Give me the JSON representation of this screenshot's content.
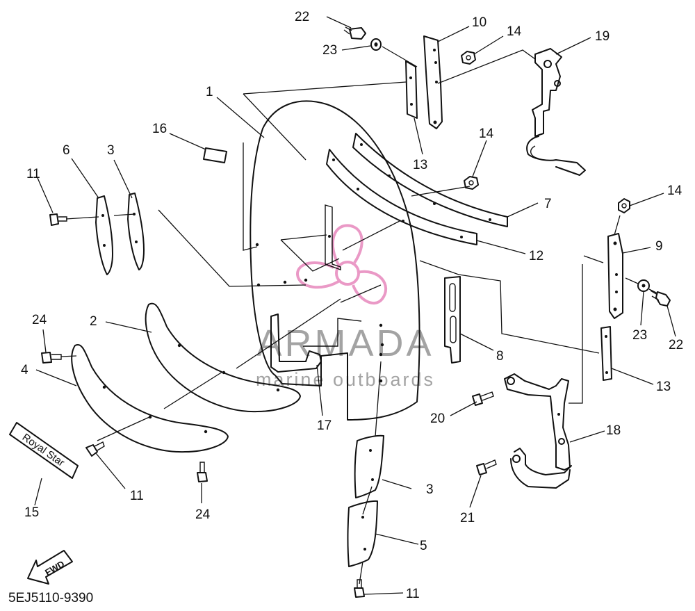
{
  "diagram": {
    "code": "5EJ5110-9390",
    "decal_text": "Royal Star",
    "fwd_label": "FWD",
    "watermark": {
      "brand": "ARMADA",
      "tagline": "marine outboards",
      "brand_color": "#e88fc0",
      "text_color": "#9a9a9a"
    },
    "callouts": [
      {
        "id": "c1",
        "label": "1"
      },
      {
        "id": "c2",
        "label": "2"
      },
      {
        "id": "c3a",
        "label": "3"
      },
      {
        "id": "c3b",
        "label": "3"
      },
      {
        "id": "c4",
        "label": "4"
      },
      {
        "id": "c5",
        "label": "5"
      },
      {
        "id": "c6",
        "label": "6"
      },
      {
        "id": "c7",
        "label": "7"
      },
      {
        "id": "c8",
        "label": "8"
      },
      {
        "id": "c9",
        "label": "9"
      },
      {
        "id": "c10",
        "label": "10"
      },
      {
        "id": "c11a",
        "label": "11"
      },
      {
        "id": "c11b",
        "label": "11"
      },
      {
        "id": "c11c",
        "label": "11"
      },
      {
        "id": "c12",
        "label": "12"
      },
      {
        "id": "c13a",
        "label": "13"
      },
      {
        "id": "c13b",
        "label": "13"
      },
      {
        "id": "c14a",
        "label": "14"
      },
      {
        "id": "c14b",
        "label": "14"
      },
      {
        "id": "c14c",
        "label": "14"
      },
      {
        "id": "c15",
        "label": "15"
      },
      {
        "id": "c16",
        "label": "16"
      },
      {
        "id": "c17",
        "label": "17"
      },
      {
        "id": "c18",
        "label": "18"
      },
      {
        "id": "c19",
        "label": "19"
      },
      {
        "id": "c20",
        "label": "20"
      },
      {
        "id": "c21",
        "label": "21"
      },
      {
        "id": "c22a",
        "label": "22"
      },
      {
        "id": "c22b",
        "label": "22"
      },
      {
        "id": "c23a",
        "label": "23"
      },
      {
        "id": "c23b",
        "label": "23"
      },
      {
        "id": "c24a",
        "label": "24"
      },
      {
        "id": "c24b",
        "label": "24"
      }
    ]
  }
}
